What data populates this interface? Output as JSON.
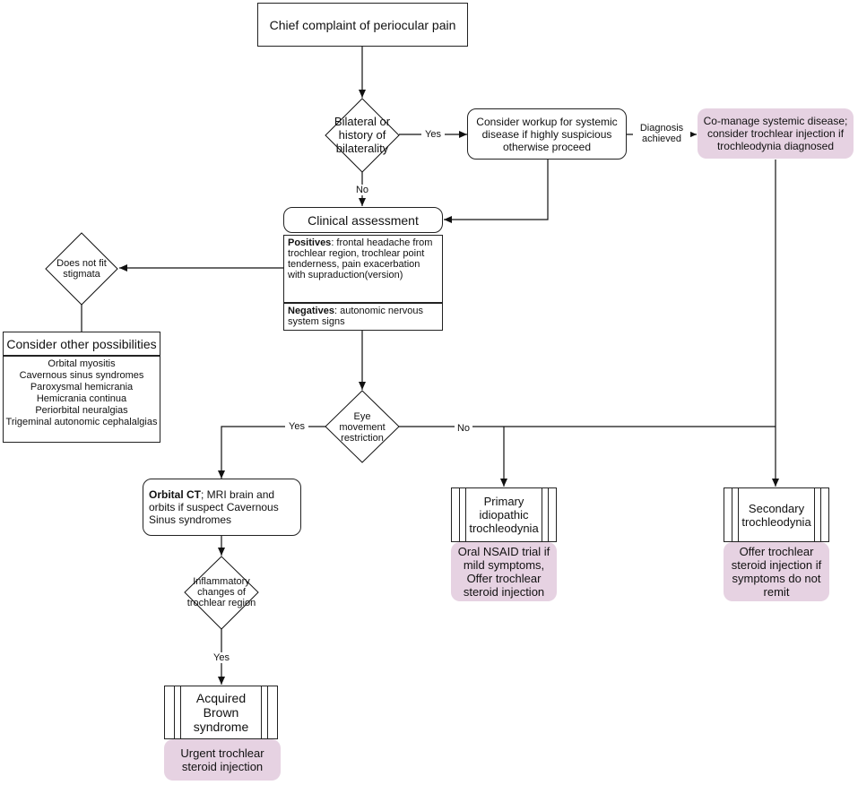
{
  "nodes": {
    "chief": "Chief complaint of periocular pain",
    "bilateral": "Bilateral or history of bilaterality",
    "workup": "Consider workup for systemic disease if highly suspicious otherwise proceed",
    "comanage": "Co-manage systemic disease; consider trochlear injection if trochleodynia diagnosed",
    "clinical": "Clinical assessment",
    "positives_label": "Positives",
    "positives_text": ": frontal headache from trochlear region, trochlear point tenderness, pain exacerbation with supraduction(version)",
    "negatives_label": "Negatives",
    "negatives_text": ": autonomic nervous system signs",
    "doesnotfit": "Does not fit stigmata",
    "other_title": "Consider other possibilities",
    "other_items": [
      "Orbital myositis",
      "Cavernous sinus syndromes",
      "Paroxysmal hemicrania",
      "Hemicrania continua",
      "Periorbital neuralgias",
      "Trigeminal autonomic cephalalgias"
    ],
    "eye": "Eye movement restriction",
    "orbital_bold": "Orbital CT",
    "orbital_text": "; MRI brain and orbits if suspect Cavernous Sinus syndromes",
    "inflam": "Inflammatory changes of trochlear region",
    "brown": "Acquired Brown syndrome",
    "brown_tx": "Urgent trochlear steroid injection",
    "primary": "Primary idiopathic trochleodynia",
    "primary_tx": "Oral NSAID trial if mild symptoms, Offer trochlear steroid injection",
    "secondary": "Secondary trochleodynia",
    "secondary_tx": "Offer trochlear steroid injection if symptoms do not remit"
  },
  "edges": {
    "yes": "Yes",
    "no": "No",
    "diagnosis": "Diagnosis achieved",
    "eye_yes": "Yes",
    "eye_no": "No",
    "inflam_yes": "Yes"
  }
}
